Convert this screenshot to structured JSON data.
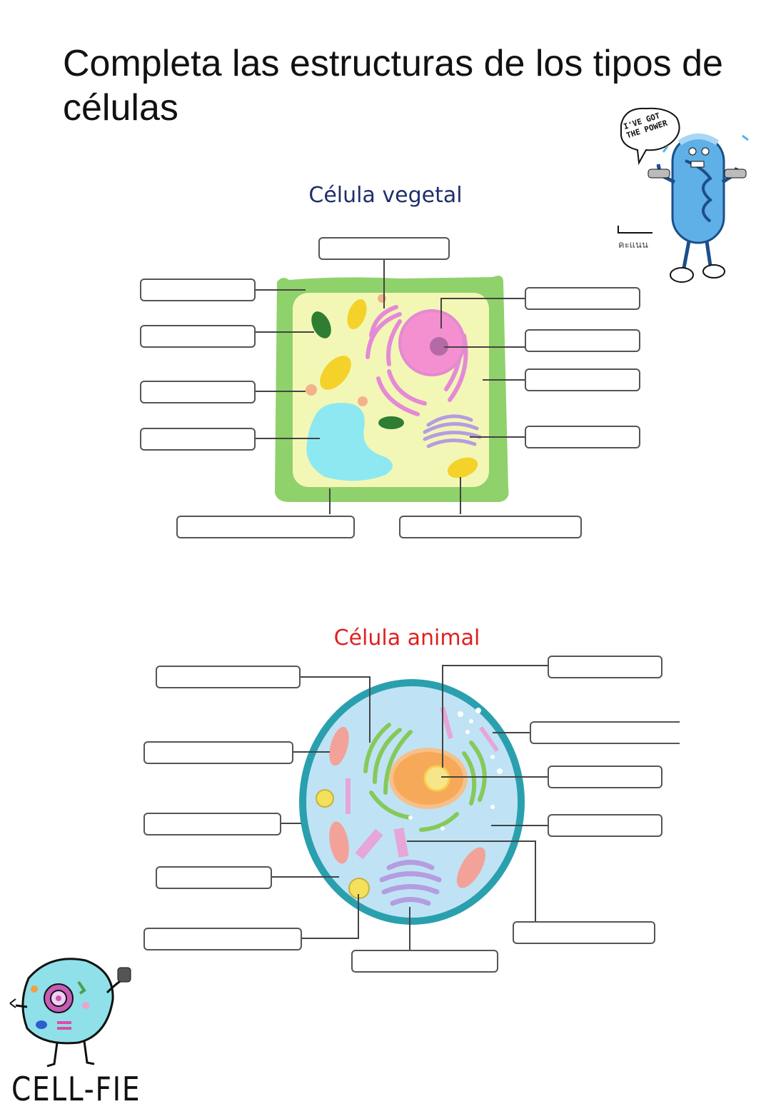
{
  "page": {
    "title": "Completa las estructuras de los tipos de células",
    "sections": [
      {
        "id": "plant",
        "title": "Célula vegetal",
        "title_color": "#1f2f6b",
        "label_boxes": 11
      },
      {
        "id": "animal",
        "title": "Célula animal",
        "title_color": "#e02020",
        "label_boxes": 11
      }
    ]
  },
  "stickers": {
    "mitochondria": {
      "speech_bubble": "I'VE GOT THE POWER",
      "caption": "คะแนน"
    },
    "cellfie": {
      "caption": "CELL-FIE"
    }
  },
  "colors": {
    "cell_wall": "#8fd16a",
    "plant_cytoplasm": "#f3f7b6",
    "nucleus": "#f48fd0",
    "vacuole": "#8ee8f2",
    "chloroplast": "#2e7d32",
    "mitochondria": "#f4d22a",
    "animal_membrane": "#2aa0ae",
    "animal_cytoplasm": "#bfe3f5"
  }
}
